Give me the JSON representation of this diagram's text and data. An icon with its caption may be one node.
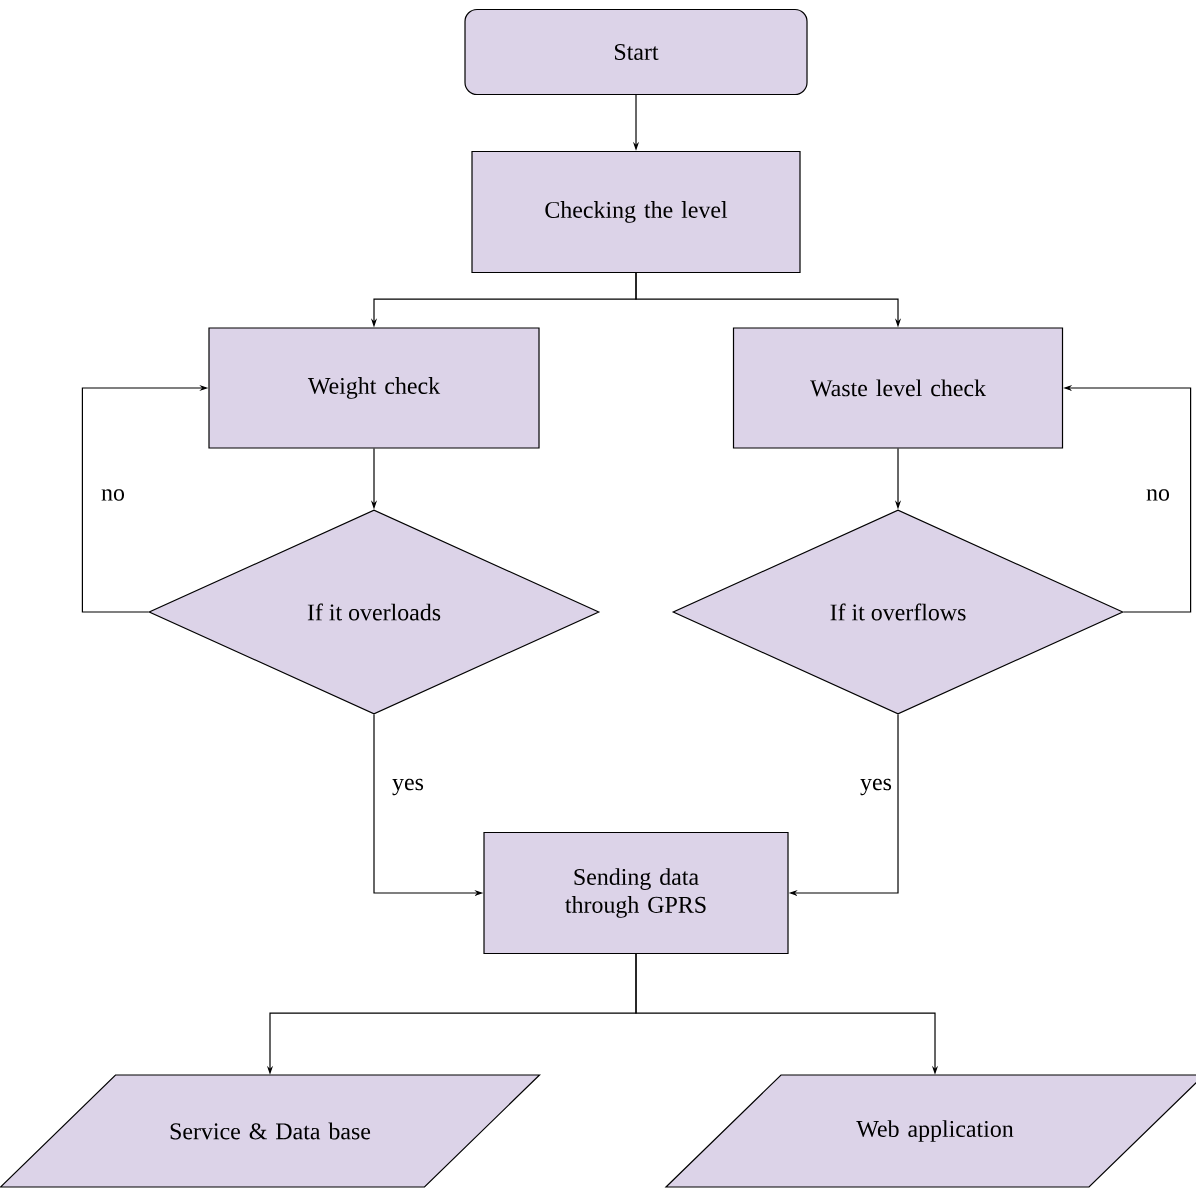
{
  "diagram": {
    "nodes": [
      {
        "text": [
          "Start"
        ]
      },
      {
        "text": [
          "Checking the level"
        ]
      },
      {
        "text": [
          "Weight check"
        ]
      },
      {
        "text": [
          "Waste level check"
        ]
      },
      {
        "text": [
          "If it overloads"
        ]
      },
      {
        "text": [
          "If it overflows"
        ]
      },
      {
        "text": [
          "Sending data through GPRS"
        ]
      },
      {
        "text": [
          "Service & Data base"
        ]
      },
      {
        "text": [
          "Web application"
        ]
      }
    ],
    "edges": [
      {
        "from": 0,
        "to": 1,
        "arrow": "to"
      },
      {
        "from": 1,
        "to": 2,
        "arrow": "to"
      },
      {
        "from": 1,
        "to": 3,
        "arrow": "to"
      },
      {
        "from": 2,
        "to": 4,
        "arrow": "to"
      },
      {
        "from": 3,
        "to": 5,
        "arrow": "to"
      },
      {
        "from": 4,
        "to": 2,
        "arrow": "to",
        "label": "no"
      },
      {
        "from": 5,
        "to": 3,
        "arrow": "to",
        "label": "no"
      },
      {
        "from": 4,
        "to": 6,
        "arrow": "to",
        "label": "yes"
      },
      {
        "from": 5,
        "to": 6,
        "arrow": "to",
        "label": "yes"
      },
      {
        "from": 6,
        "to": 7,
        "arrow": "to"
      },
      {
        "from": 6,
        "to": 8,
        "arrow": "to"
      }
    ]
  }
}
